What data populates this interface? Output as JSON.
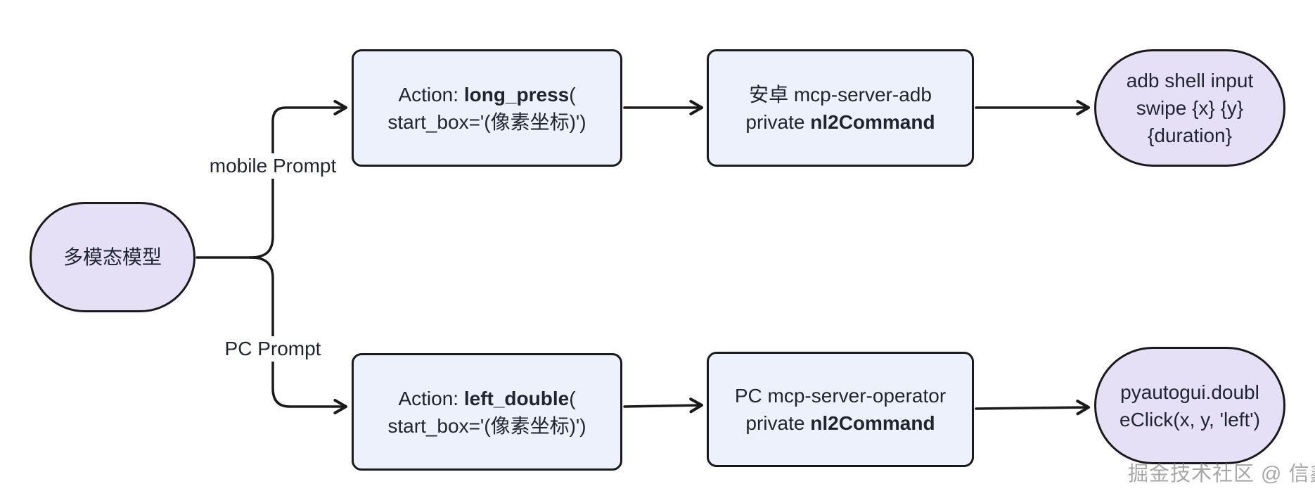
{
  "colors": {
    "background": "#ffffff",
    "stroke": "#1a1a1a",
    "oval_fill": "#e6e0f7",
    "rect_fill": "#edf1fb",
    "text": "#1f2430",
    "watermark": "#8a8a8a"
  },
  "nodes": {
    "model": {
      "label": "多模态模型"
    },
    "mobile_action": {
      "prefix": "Action: ",
      "bold": "long_press",
      "suffix": "(",
      "line2": "start_box='(像素坐标)')"
    },
    "mobile_server": {
      "line1": "安卓 mcp-server-adb",
      "prefix2": "private ",
      "bold2": "nl2Command"
    },
    "mobile_cmd": {
      "line1": "adb shell input",
      "line2": "swipe {x} {y}",
      "line3": "{duration}"
    },
    "pc_action": {
      "prefix": "Action: ",
      "bold": "left_double",
      "suffix": "(",
      "line2": "start_box='(像素坐标)')"
    },
    "pc_server": {
      "line1": "PC mcp-server-operator",
      "prefix2": "private ",
      "bold2": "nl2Command"
    },
    "pc_cmd": {
      "line1": "pyautogui.doubl",
      "line2": "eClick(x, y, 'left')"
    }
  },
  "edge_labels": {
    "mobile": "mobile Prompt",
    "pc": "PC Prompt"
  },
  "watermark": "掘金技术社区 @ 信鑫"
}
